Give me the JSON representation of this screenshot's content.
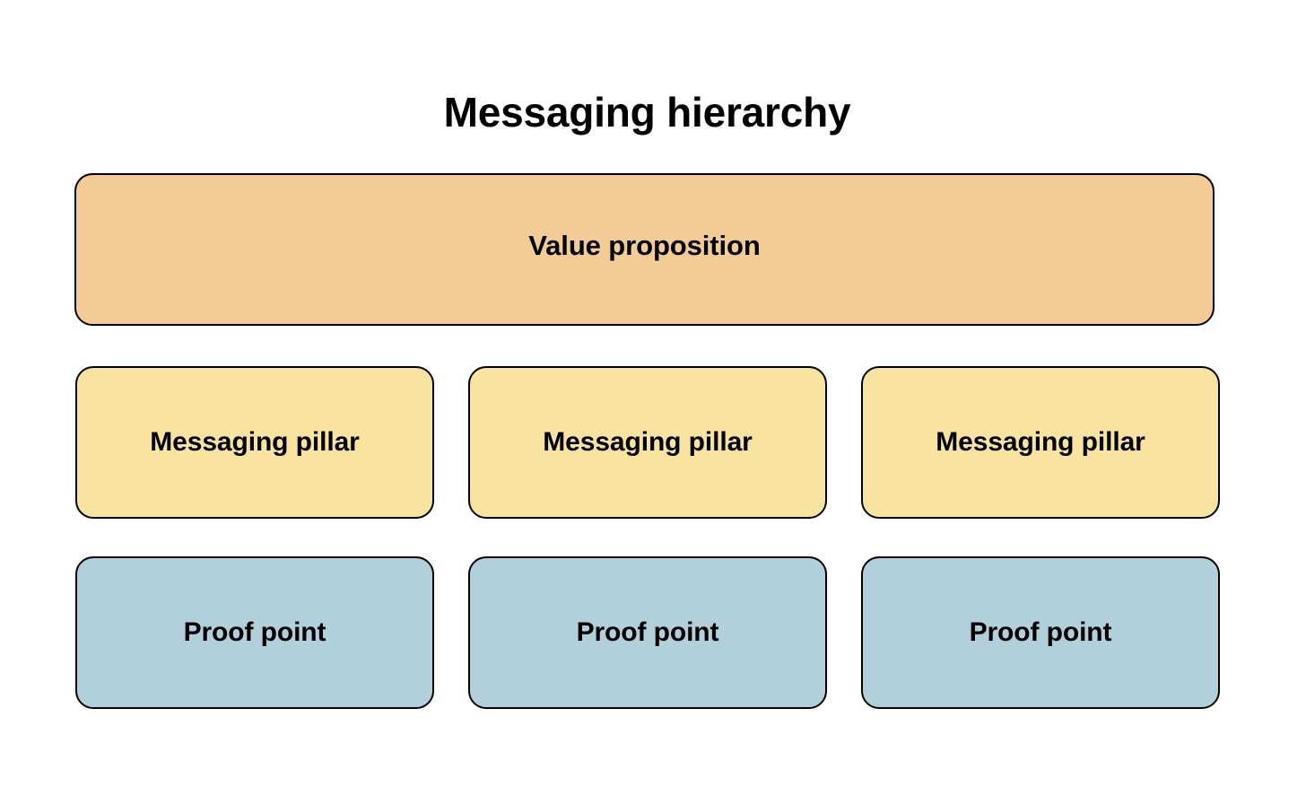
{
  "diagram": {
    "title": "Messaging hierarchy",
    "type": "hierarchy-pyramid",
    "background_color": "#ffffff",
    "border_color": "#000000",
    "text_color": "#000000",
    "tiers": [
      {
        "id": "value-proposition",
        "fill_color": "#f2cb96",
        "nodes": [
          {
            "label": "Value proposition"
          }
        ]
      },
      {
        "id": "messaging-pillars",
        "fill_color": "#f9e3a1",
        "nodes": [
          {
            "label": "Messaging pillar"
          },
          {
            "label": "Messaging pillar"
          },
          {
            "label": "Messaging pillar"
          }
        ]
      },
      {
        "id": "proof-points",
        "fill_color": "#b2cfdc",
        "nodes": [
          {
            "label": "Proof point"
          },
          {
            "label": "Proof point"
          },
          {
            "label": "Proof point"
          }
        ]
      }
    ]
  }
}
